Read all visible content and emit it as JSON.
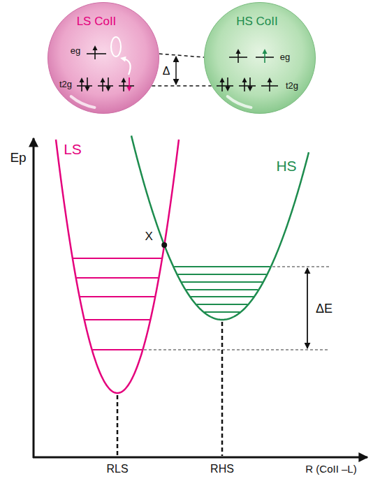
{
  "diagram": {
    "nodes": [
      {
        "text": [
          "LS CoII",
          "eg",
          "t2g"
        ]
      },
      {
        "text": [
          "HS CoII",
          "eg",
          "t2g"
        ]
      }
    ],
    "edges": [
      {
        "from": 0,
        "to": 1,
        "arrow": "none"
      },
      {
        "from": 0,
        "to": 1,
        "arrow": "none"
      }
    ],
    "labels": [
      "Δ",
      "Ep",
      "LS",
      "HS",
      "X",
      "ΔE",
      "RLS",
      "RHS",
      "R (CoII –L)"
    ]
  }
}
